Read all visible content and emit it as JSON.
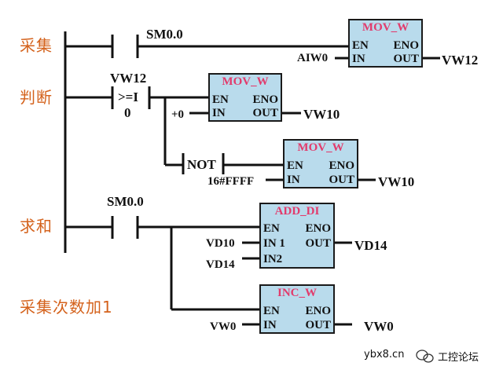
{
  "annotations": {
    "collect": "采集",
    "judge": "判断",
    "sum": "求和",
    "count_inc": "采集次数加1"
  },
  "contacts": {
    "sm00_top": "SM0.0",
    "compare_addr": "VW12",
    "compare_op": ">=I",
    "compare_val": "0",
    "not": "NOT",
    "sm00_bottom": "SM0.0"
  },
  "blocks": [
    {
      "title": "MOV_W",
      "en": "EN",
      "eno": "ENO",
      "in": "IN",
      "out": "OUT",
      "in_val": "AIW0",
      "out_val": "VW12"
    },
    {
      "title": "MOV_W",
      "en": "EN",
      "eno": "ENO",
      "in": "IN",
      "out": "OUT",
      "in_val": "+0",
      "out_val": "VW10"
    },
    {
      "title": "MOV_W",
      "en": "EN",
      "eno": "ENO",
      "in": "IN",
      "out": "OUT",
      "in_val": "16#FFFF",
      "out_val": "VW10"
    },
    {
      "title": "ADD_DI",
      "en": "EN",
      "eno": "ENO",
      "in1": "IN 1",
      "in2": "IN2",
      "out": "OUT",
      "in1_val": "VD10",
      "in2_val": "VD14",
      "out_val": "VD14"
    },
    {
      "title": "INC_W",
      "en": "EN",
      "eno": "ENO",
      "in": "IN",
      "out": "OUT",
      "in_val": "VW0",
      "out_val": "VW0"
    }
  ],
  "watermark": {
    "site": "ybx8.cn",
    "forum": "工控论坛"
  }
}
